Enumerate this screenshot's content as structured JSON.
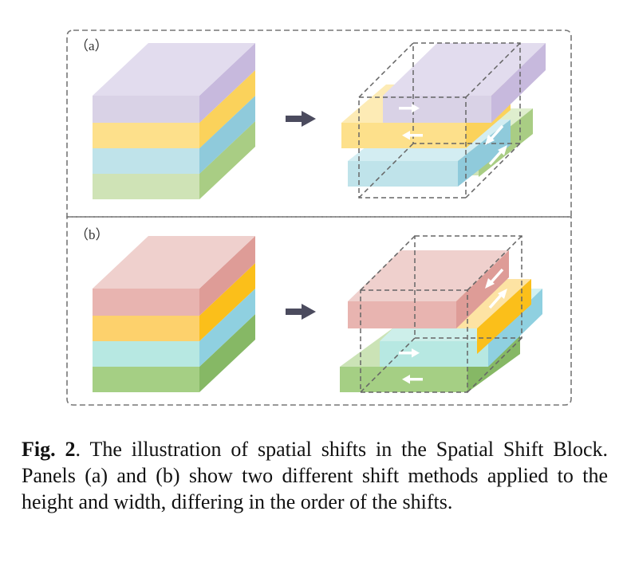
{
  "panels": [
    {
      "label": "（a）"
    },
    {
      "label": "（b）"
    }
  ],
  "caption": {
    "fig_label": "Fig. 2",
    "text": ".  The illustration of spatial shifts in the Spatial Shift Block. Panels (a) and (b) show two different shift methods applied to the height and width, differing in the order of the shifts."
  },
  "colors": {
    "lavender": "#d9d2e6",
    "yellow": "#fde08b",
    "light_blue": "#bfe3ea",
    "light_green": "#cfe3b6",
    "pink": "#e8b4b0",
    "gold": "#fdd16c",
    "mint": "#b7e8e2",
    "green": "#a5cf84",
    "arrow": "#4b4b5e",
    "dashed_border": "#777777"
  }
}
